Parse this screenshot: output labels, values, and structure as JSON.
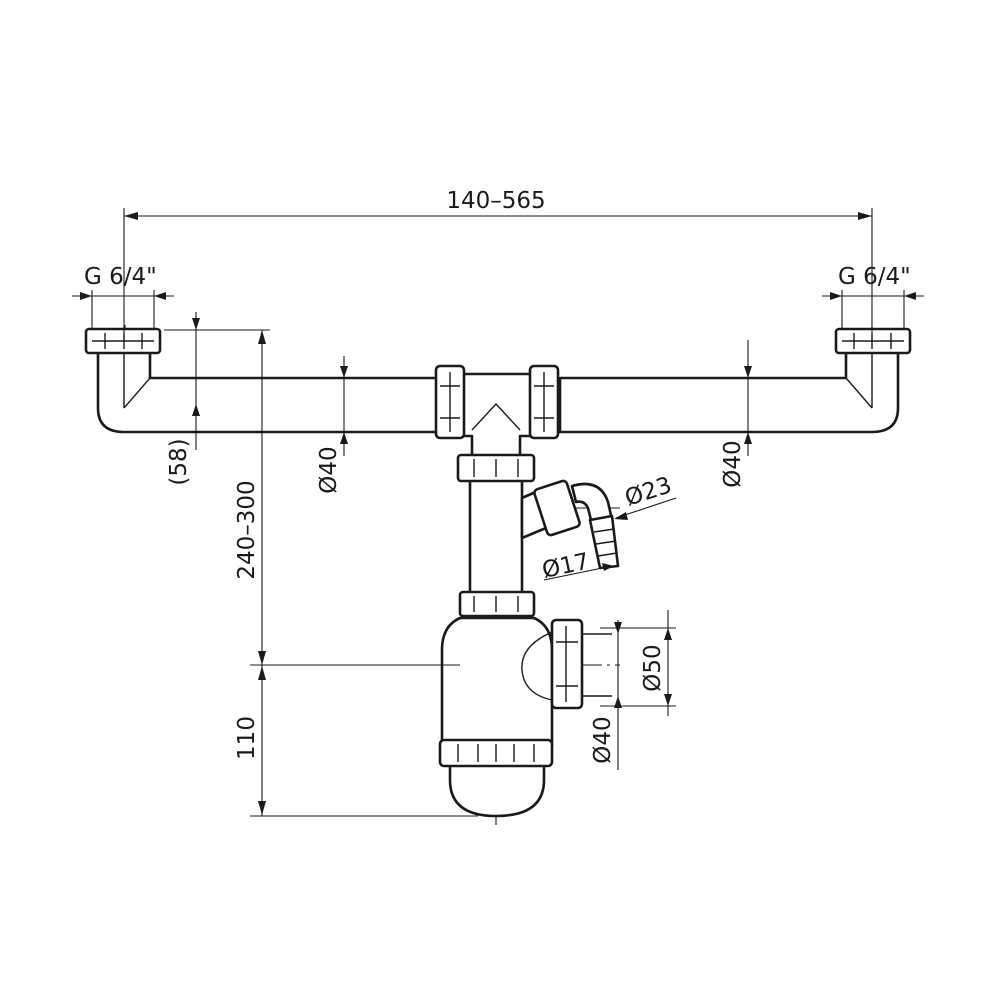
{
  "labels": {
    "overall_width": "140–565",
    "left_thread": "G 6/4\"",
    "right_thread": "G 6/4\"",
    "inlet_drop": "(58)",
    "height_range": "240–300",
    "left_pipe_diameter": "Ø40",
    "right_pipe_diameter": "Ø40",
    "hose_outer_diameter": "Ø23",
    "hose_inner_diameter": "Ø17",
    "outlet_outer_diameter": "Ø50",
    "outlet_inner_diameter": "Ø40",
    "trap_depth": "110"
  },
  "colors": {
    "line": "#1a1a1a",
    "background": "#ffffff"
  }
}
